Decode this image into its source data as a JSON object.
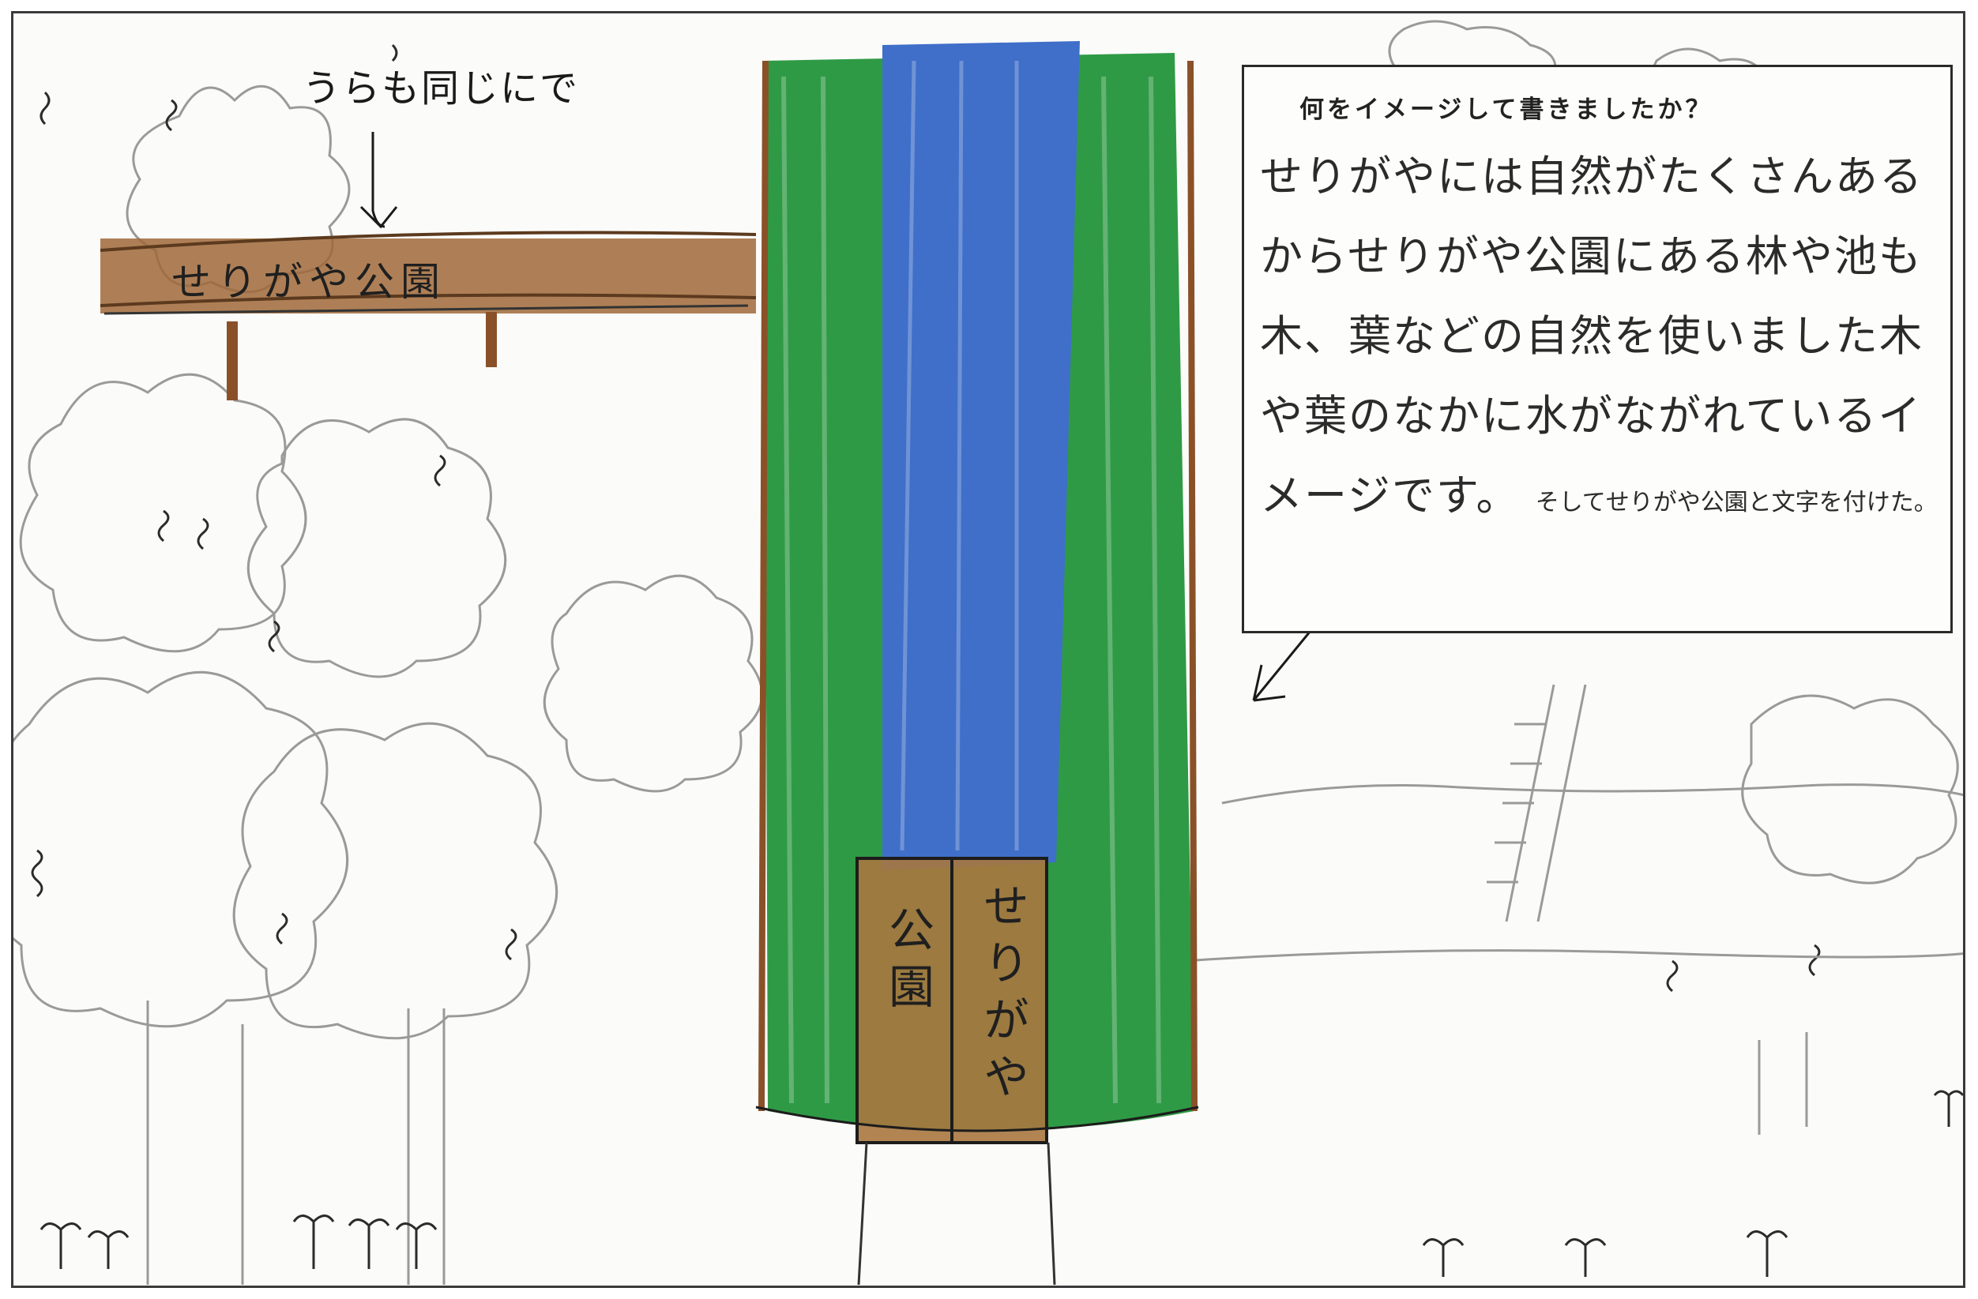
{
  "drawing": {
    "question": "何をイメージして書きましたか？",
    "answer_main": "せりがやには自然がたくさんあるからせりがや公園にある林や池も木、葉などの自然を使いました木や葉のなかに水がながれているイメージです。",
    "answer_small": "そしてせりがや公園と文字を付けた。",
    "banner_text": "せりがや公園",
    "note_text": "うらも同じにで",
    "sign_left_text": "公園",
    "sign_right_text": "せりがや"
  },
  "colors": {
    "green": "#2f9a45",
    "blue": "#3f6fc9",
    "brown": "#9a6a3a",
    "pencil": "#8c8c8c"
  }
}
